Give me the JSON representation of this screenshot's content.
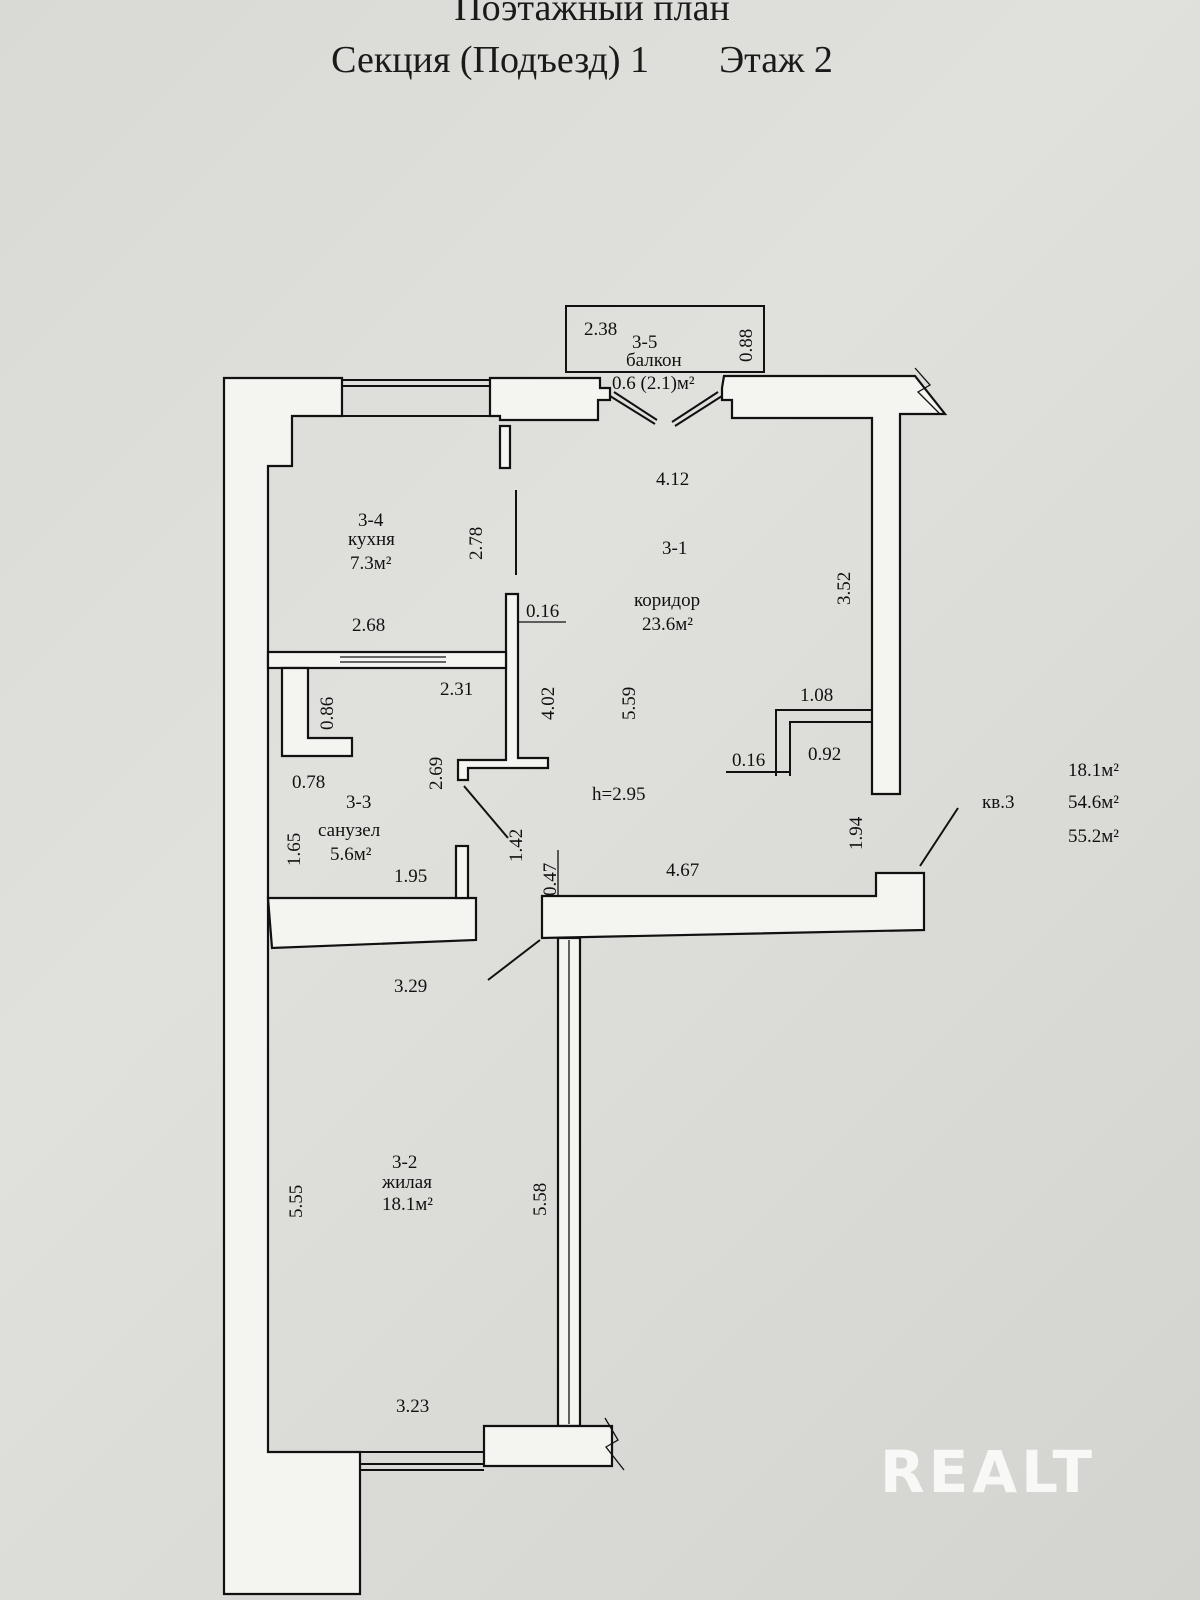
{
  "header": {
    "title": "Поэтажный план",
    "section": "Секция (Подъезд) 1",
    "floor": "Этаж 2"
  },
  "rooms": [
    {
      "id": "3-1",
      "name": "коридор",
      "area": "23.6м²"
    },
    {
      "id": "3-2",
      "name": "жилая",
      "area": "18.1м²"
    },
    {
      "id": "3-3",
      "name": "санузел",
      "area": "5.6м²"
    },
    {
      "id": "3-4",
      "name": "кухня",
      "area": "7.3м²"
    },
    {
      "id": "3-5",
      "name": "балкон",
      "area": "0.6 (2.1)м²"
    }
  ],
  "dimensions": {
    "balcony_w": "2.38",
    "balcony_d": "0.88",
    "corr_top": "4.12",
    "corr_right": "3.52",
    "kitchen_h": "2.78",
    "kitchen_w": "2.68",
    "d016a": "0.16",
    "bath_w": "2.31",
    "d086": "0.86",
    "d402": "4.02",
    "d559": "5.59",
    "d108": "1.08",
    "d016b": "0.16",
    "d092": "0.92",
    "d078": "0.78",
    "d269": "2.69",
    "height": "h=2.95",
    "d165": "1.65",
    "d195": "1.95",
    "d142": "1.42",
    "d047": "0.47",
    "d467": "4.67",
    "d194": "1.94",
    "d329": "3.29",
    "d555": "5.55",
    "d558": "5.58",
    "d323": "3.23"
  },
  "apartment": {
    "label": "кв.3",
    "living": "18.1м²",
    "total": "54.6м²",
    "total_balcony": "55.2м²"
  },
  "watermark": "REALT"
}
